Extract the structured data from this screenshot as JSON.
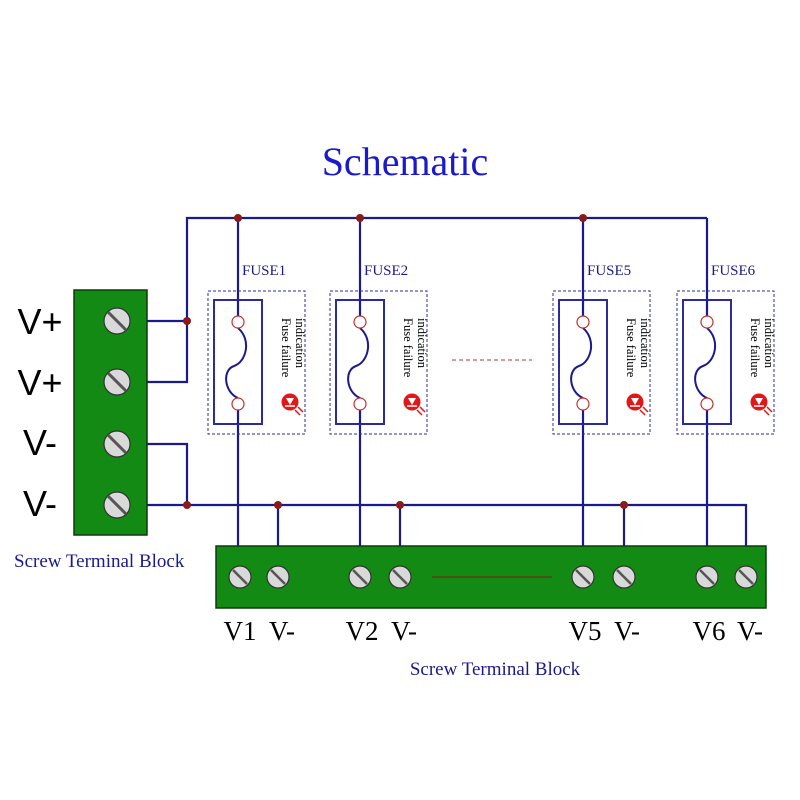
{
  "title": "Schematic",
  "input_block": {
    "label": "Screw Terminal  Block",
    "terminals": [
      "V+",
      "V+",
      "V-",
      "V-"
    ]
  },
  "output_block": {
    "label": "Screw Terminal  Block",
    "channel_labels": [
      {
        "v": "V1",
        "neg": "V-"
      },
      {
        "v": "V2",
        "neg": "V-"
      },
      {
        "v": "V5",
        "neg": "V-"
      },
      {
        "v": "V6",
        "neg": "V-"
      }
    ]
  },
  "fuses": [
    {
      "name": "FUSE1",
      "indication": [
        "Fuse failure",
        "indication"
      ]
    },
    {
      "name": "FUSE2",
      "indication": [
        "Fuse failure",
        "indication"
      ]
    },
    {
      "name": "FUSE5",
      "indication": [
        "Fuse failure",
        "indication"
      ]
    },
    {
      "name": "FUSE6",
      "indication": [
        "Fuse failure",
        "indication"
      ]
    }
  ],
  "colors": {
    "wire": "#1a1a8c",
    "node": "#8b1a1a",
    "terminal_block": "#138a13",
    "title": "#1a1acc",
    "fuse_box": "#2b2ba0",
    "led": "#e01818"
  }
}
